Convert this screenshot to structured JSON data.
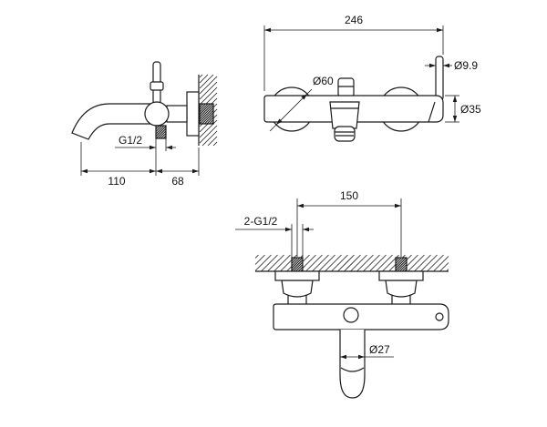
{
  "side_view": {
    "inlet_thread": "G1/2",
    "spout_projection": "110",
    "wall_offset": "68"
  },
  "front_view": {
    "overall_width": "246",
    "escutcheon_diameter": "Ø60",
    "lever_diameter": "Ø9.9",
    "body_diameter": "Ø35"
  },
  "plan_view": {
    "inlet_spacing": "150",
    "inlet_thread": "2-G1/2",
    "spout_diameter": "Ø27"
  }
}
